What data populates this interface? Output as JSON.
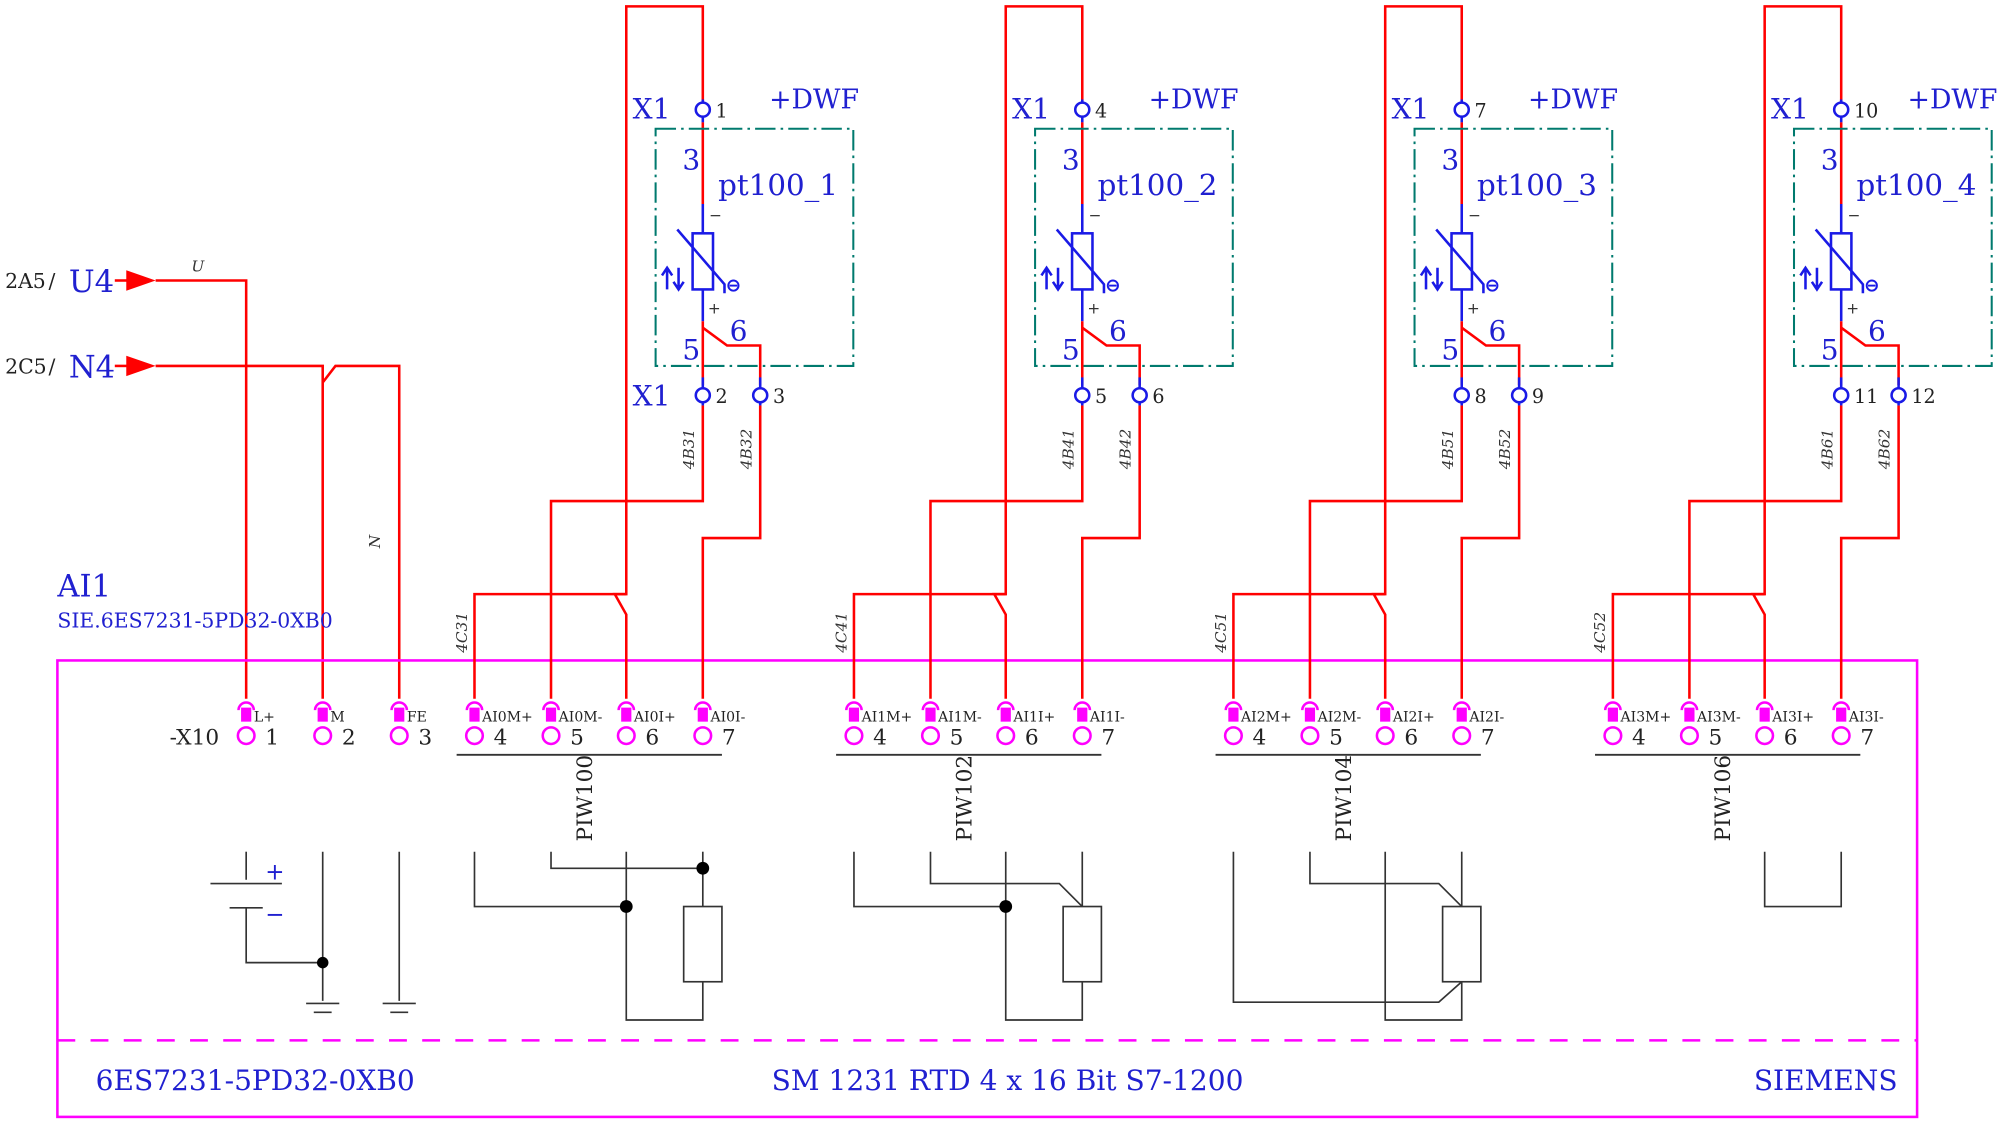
{
  "colors": {
    "wire": "#ff0000",
    "sensor_wire": "#1a1ae6",
    "module_frame": "#ff00ff",
    "sensor_box": "#007a6e",
    "label_blue": "#2020d0",
    "internal_circuit": "#333333"
  },
  "inputs": [
    {
      "source": "2A5",
      "separator": "/",
      "signal": "U4",
      "wire_label": "U",
      "icon": "arrow-right-icon"
    },
    {
      "source": "2C5",
      "separator": "/",
      "signal": "N4",
      "wire_label": "N",
      "icon": "arrow-right-icon"
    }
  ],
  "module": {
    "tag": "AI1",
    "part": "SIE.6ES7231-5PD32-0XB0",
    "connector": "-X10",
    "power_terminals": [
      {
        "label": "L+",
        "num": "1"
      },
      {
        "label": "M",
        "num": "2"
      },
      {
        "label": "FE",
        "num": "3"
      }
    ],
    "footer_left": "6ES7231-5PD32-0XB0",
    "footer_center": "SM 1231 RTD 4 x 16 Bit S7-1200",
    "footer_right": "SIEMENS",
    "battery_plus": "+",
    "battery_minus": "−"
  },
  "channels": [
    {
      "sensor": "pt100_1",
      "location": "+DWF",
      "strip": "X1",
      "show_lower_strip": true,
      "top_terminal": "1",
      "bot_terminals": [
        "2",
        "3"
      ],
      "pin_top": "3",
      "pin_left": "5",
      "pin_right": "6",
      "minus": "−",
      "plus": "+",
      "wire_labels": [
        "4B31",
        "4B32"
      ],
      "cable_label": "4C31",
      "address": "PIW100",
      "terminals": [
        {
          "label": "AI0M+",
          "num": "4"
        },
        {
          "label": "AI0M-",
          "num": "5"
        },
        {
          "label": "AI0I+",
          "num": "6"
        },
        {
          "label": "AI0I-",
          "num": "7"
        }
      ]
    },
    {
      "sensor": "pt100_2",
      "location": "+DWF",
      "strip": "X1",
      "show_lower_strip": false,
      "top_terminal": "4",
      "bot_terminals": [
        "5",
        "6"
      ],
      "pin_top": "3",
      "pin_left": "5",
      "pin_right": "6",
      "minus": "−",
      "plus": "+",
      "wire_labels": [
        "4B41",
        "4B42"
      ],
      "cable_label": "4C41",
      "address": "PIW102",
      "terminals": [
        {
          "label": "AI1M+",
          "num": "4"
        },
        {
          "label": "AI1M-",
          "num": "5"
        },
        {
          "label": "AI1I+",
          "num": "6"
        },
        {
          "label": "AI1I-",
          "num": "7"
        }
      ]
    },
    {
      "sensor": "pt100_3",
      "location": "+DWF",
      "strip": "X1",
      "show_lower_strip": false,
      "top_terminal": "7",
      "bot_terminals": [
        "8",
        "9"
      ],
      "pin_top": "3",
      "pin_left": "5",
      "pin_right": "6",
      "minus": "−",
      "plus": "+",
      "wire_labels": [
        "4B51",
        "4B52"
      ],
      "cable_label": "4C51",
      "address": "PIW104",
      "terminals": [
        {
          "label": "AI2M+",
          "num": "4"
        },
        {
          "label": "AI2M-",
          "num": "5"
        },
        {
          "label": "AI2I+",
          "num": "6"
        },
        {
          "label": "AI2I-",
          "num": "7"
        }
      ]
    },
    {
      "sensor": "pt100_4",
      "location": "+DWF",
      "strip": "X1",
      "show_lower_strip": false,
      "top_terminal": "10",
      "bot_terminals": [
        "11",
        "12"
      ],
      "pin_top": "3",
      "pin_left": "5",
      "pin_right": "6",
      "minus": "−",
      "plus": "+",
      "wire_labels": [
        "4B61",
        "4B62"
      ],
      "cable_label": "4C52",
      "address": "PIW106",
      "terminals": [
        {
          "label": "AI3M+",
          "num": "4"
        },
        {
          "label": "AI3M-",
          "num": "5"
        },
        {
          "label": "AI3I+",
          "num": "6"
        },
        {
          "label": "AI3I-",
          "num": "7"
        }
      ]
    }
  ]
}
